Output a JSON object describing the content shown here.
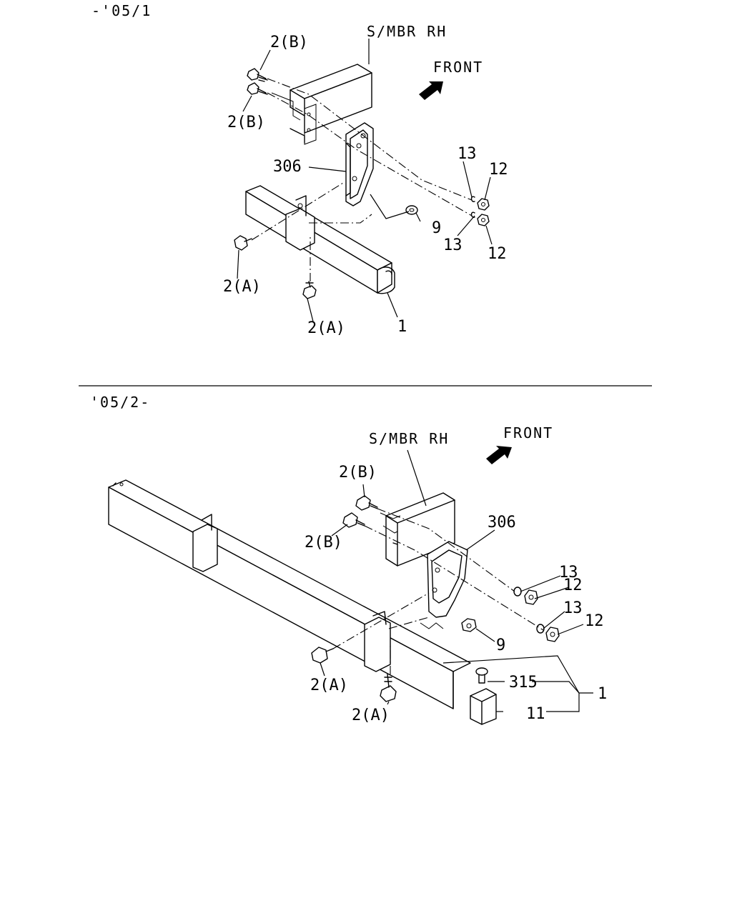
{
  "sections": [
    {
      "range": "-'05/1",
      "member_label": "S/MBR RH",
      "front_label": "FRONT",
      "callouts": {
        "bolt_b_upper": "2(B)",
        "bolt_b_lower": "2(B)",
        "bracket": "306",
        "washer_upper": "13",
        "nut_upper": "12",
        "washer_lower": "13",
        "nut_lower": "12",
        "nut_9": "9",
        "bolt_a_left": "2(A)",
        "bolt_a_bottom": "2(A)",
        "assembly": "1"
      }
    },
    {
      "range": "'05/2-",
      "member_label": "S/MBR RH",
      "front_label": "FRONT",
      "callouts": {
        "bolt_b_upper": "2(B)",
        "bolt_b_lower": "2(B)",
        "bracket": "306",
        "washer_upper": "13",
        "nut_upper": "12",
        "washer_lower": "13",
        "nut_lower": "12",
        "nut_9": "9",
        "bolt_a_left": "2(A)",
        "bolt_a_bottom": "2(A)",
        "rivet": "315",
        "end_cap": "11",
        "assembly": "1"
      }
    }
  ]
}
